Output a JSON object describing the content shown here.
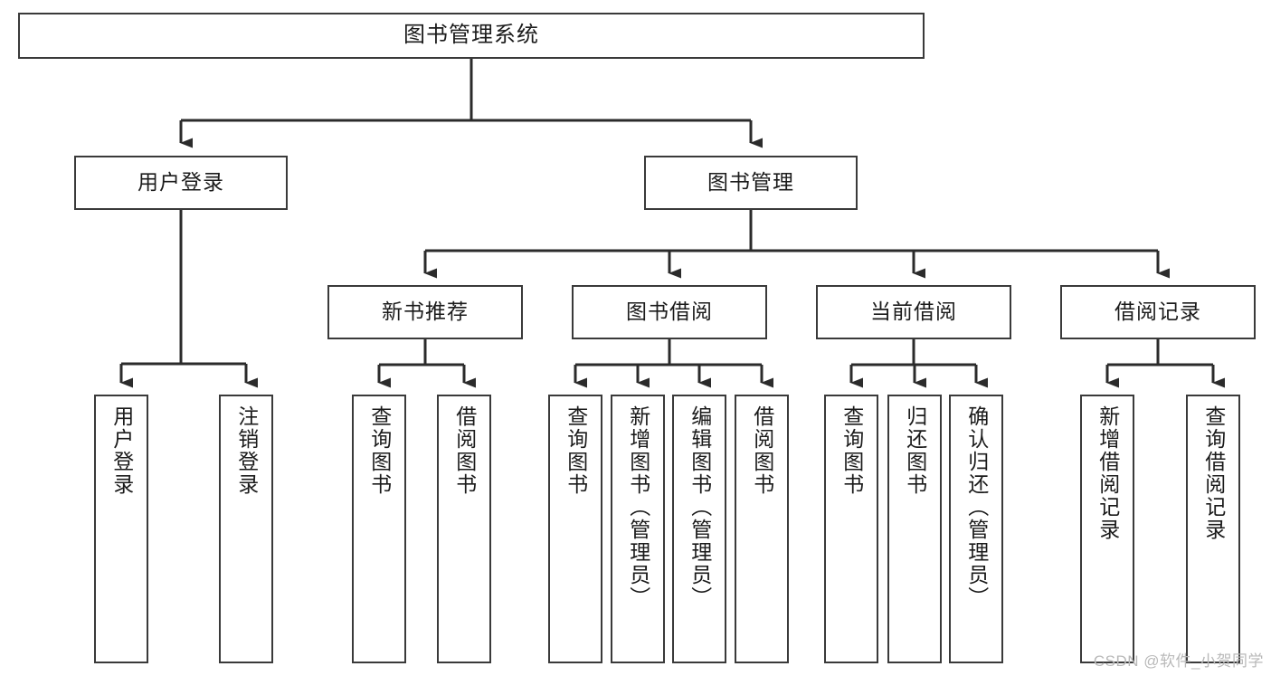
{
  "diagram": {
    "title": "图书管理系统",
    "type": "function-structure-tree",
    "watermark": "CSDN @软件_小贺同学",
    "colors": {
      "box_border": "#3a3a3a",
      "box_fill": "#ffffff",
      "connector": "#2b2b2b",
      "text": "#1b1b1b",
      "watermark": "#b9b9b9"
    },
    "nodes": {
      "root": "图书管理系统",
      "l1": {
        "user_login": "用户登录",
        "book_manage": "图书管理"
      },
      "l2": {
        "new_book_rec": "新书推荐",
        "book_borrow": "图书借阅",
        "current_borrow": "当前借阅",
        "borrow_record": "借阅记录"
      },
      "leaves": {
        "user_login_1": "用户登录",
        "user_login_2": "注销登录",
        "new_book_1": "查询图书",
        "new_book_2": "借阅图书",
        "borrow_1": "查询图书",
        "borrow_2": "新增图书（管理员）",
        "borrow_3": "编辑图书（管理员）",
        "borrow_4": "借阅图书",
        "current_1": "查询图书",
        "current_2": "归还图书",
        "current_3": "确认归还（管理员）",
        "record_1": "新增借阅记录",
        "record_2": "查询借阅记录"
      }
    }
  }
}
